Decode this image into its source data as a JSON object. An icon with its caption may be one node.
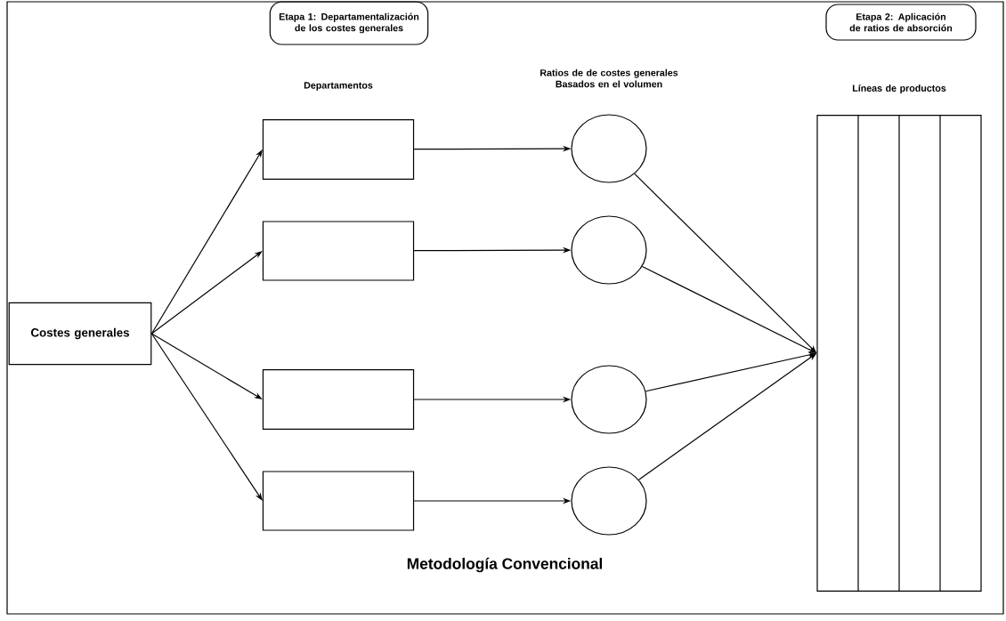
{
  "diagram": {
    "caption": "Metodología Convencional",
    "nodes": [
      {
        "text": [
          "Costes generales"
        ]
      },
      {
        "text": [],
        "shape": "box"
      },
      {
        "text": [],
        "shape": "box"
      },
      {
        "text": [],
        "shape": "box"
      },
      {
        "text": [],
        "shape": "box"
      },
      {
        "text": [],
        "shape": "circle"
      },
      {
        "text": [],
        "shape": "circle"
      },
      {
        "text": [],
        "shape": "circle"
      },
      {
        "text": [],
        "shape": "circle"
      },
      {
        "text": [],
        "shape": "box"
      },
      {
        "text": [
          "Etapa 1: Departamentalización de los costes generales"
        ]
      },
      {
        "text": [
          "Etapa 2: Aplicación de ratios de absorción"
        ]
      }
    ],
    "edges": [
      {
        "from": 0,
        "to": 1,
        "arrow": "to"
      },
      {
        "from": 0,
        "to": 2,
        "arrow": "to"
      },
      {
        "from": 0,
        "to": 3,
        "arrow": "to"
      },
      {
        "from": 0,
        "to": 4,
        "arrow": "to"
      },
      {
        "from": 1,
        "to": 5,
        "arrow": "to"
      },
      {
        "from": 2,
        "to": 6,
        "arrow": "to"
      },
      {
        "from": 3,
        "to": 7,
        "arrow": "to"
      },
      {
        "from": 4,
        "to": 8,
        "arrow": "to"
      },
      {
        "from": 5,
        "to": 9,
        "arrow": "to"
      },
      {
        "from": 6,
        "to": 9,
        "arrow": "to"
      },
      {
        "from": 7,
        "to": 9,
        "arrow": "to"
      },
      {
        "from": 8,
        "to": 9,
        "arrow": "to"
      }
    ],
    "labels": [
      "Departamentos",
      "Ratios de de costes generales Basados en el volumen",
      "Líneas de productos"
    ]
  }
}
